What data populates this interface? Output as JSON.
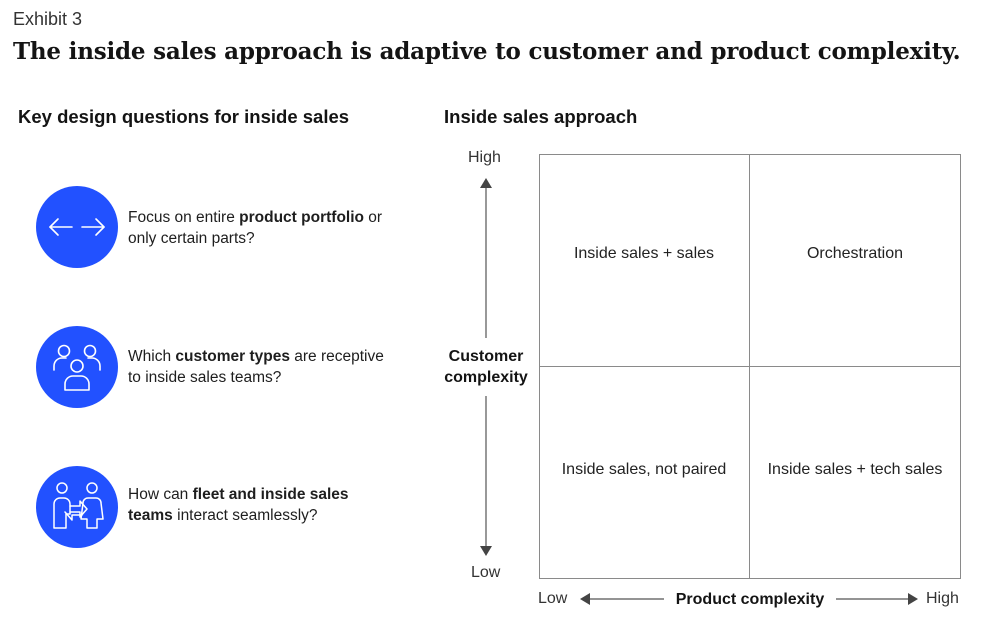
{
  "header": {
    "exhibit": "Exhibit 3",
    "title": "The inside sales approach is adaptive to customer and product complexity."
  },
  "left_panel": {
    "title": "Key design questions for inside sales",
    "questions": [
      {
        "icon": "arrows-left-right-icon",
        "pre": "Focus on entire ",
        "bold": "product portfolio",
        "post": " or only certain parts?"
      },
      {
        "icon": "customer-group-icon",
        "pre": "Which ",
        "bold": "customer types",
        "post": " are receptive to inside sales teams?"
      },
      {
        "icon": "team-interaction-icon",
        "pre": "How can ",
        "bold": "fleet and inside sales teams",
        "post": " interact seamlessly?"
      }
    ]
  },
  "right_panel": {
    "title": "Inside sales approach",
    "y_axis": {
      "title_line1": "Customer",
      "title_line2": "complexity",
      "high": "High",
      "low": "Low"
    },
    "x_axis": {
      "title": "Product complexity",
      "low": "Low",
      "high": "High"
    },
    "cells": {
      "top_left": "Inside sales + sales",
      "top_right": "Orchestration",
      "bottom_left": "Inside sales, not paired",
      "bottom_right": "Inside sales + tech sales"
    }
  },
  "colors": {
    "accent": "#2251ff",
    "grid": "#8a8a8a",
    "text": "#141414"
  }
}
